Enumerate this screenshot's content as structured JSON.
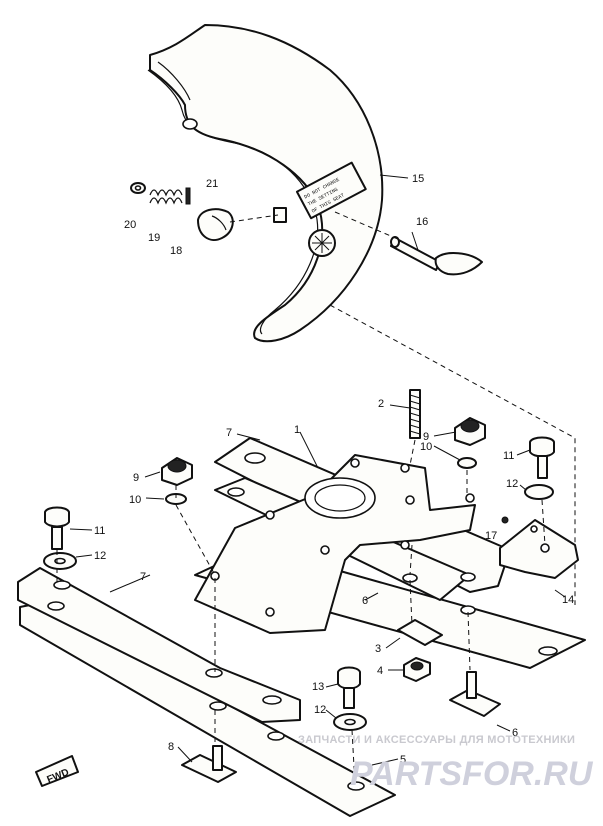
{
  "callouts": {
    "c1": "1",
    "c2": "2",
    "c3": "3",
    "c4": "4",
    "c5": "5",
    "c6a": "6",
    "c6b": "6",
    "c7a": "7",
    "c7b": "7",
    "c8": "8",
    "c9a": "9",
    "c9b": "9",
    "c10a": "10",
    "c10b": "10",
    "c11a": "11",
    "c11b": "11",
    "c12a": "12",
    "c12b": "12",
    "c12c": "12",
    "c13": "13",
    "c14": "14",
    "c15": "15",
    "c16": "16",
    "c17": "17",
    "c18": "18",
    "c19": "19",
    "c20": "20",
    "c21": "21"
  },
  "forward_marker": "FWD",
  "watermark": {
    "tagline": "ЗАПЧАСТИ И АКСЕССУАРЫ ДЛЯ МОТОТЕХНИКИ",
    "brand": "PARTSFOR.RU"
  },
  "colors": {
    "line": "#111111",
    "watermark": "#c9c9cf",
    "paper": "#ffffff"
  }
}
